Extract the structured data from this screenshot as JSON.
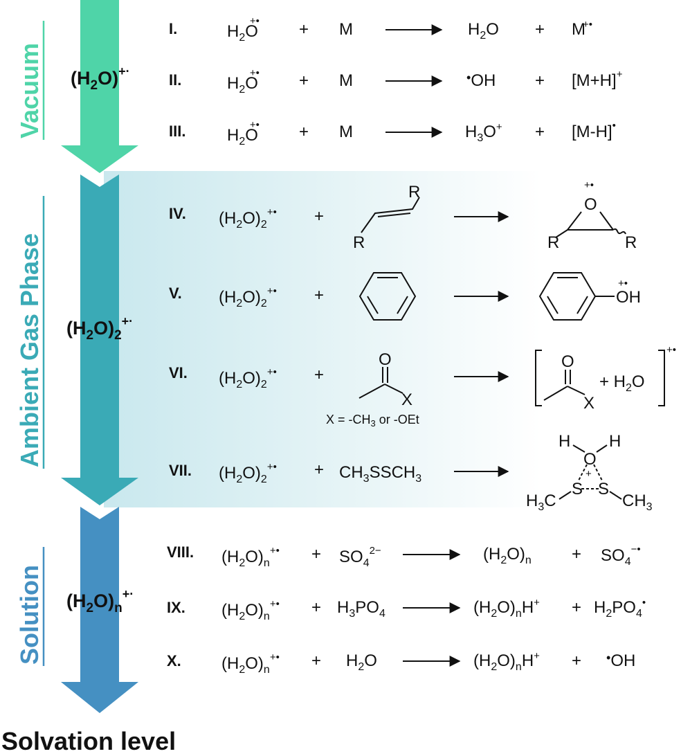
{
  "phases": {
    "vacuum": "Vacuum",
    "ambient": "Ambient Gas Phase",
    "solution": "Solution"
  },
  "clusters": {
    "vacuum": {
      "base": "(H",
      "sub": "2",
      "rest": "O)",
      "sup": "+·"
    },
    "ambient": {
      "base": "(H",
      "sub": "2",
      "rest": "O)",
      "sub2": "2",
      "sup": "+·"
    },
    "solution": {
      "base": "(H",
      "sub": "2",
      "rest": "O)",
      "sub2": "n",
      "sup": "+·"
    }
  },
  "footer": "Solvation level",
  "colors": {
    "vacuum": "#4fd4a8",
    "ambient": "#3aaab6",
    "solution": "#4590c2",
    "ambient_bg": "#d6eef2"
  },
  "reactions": {
    "I": {
      "label": "I.",
      "reactant1": "H2O+•",
      "reactant2": "M",
      "product1": "H2O",
      "product2": "M+•"
    },
    "II": {
      "label": "II.",
      "reactant1": "H2O+•",
      "reactant2": "M",
      "product1": "•OH",
      "product2": "[M+H]+"
    },
    "III": {
      "label": "III.",
      "reactant1": "H2O+•",
      "reactant2": "M",
      "product1": "H3O+",
      "product2": "[M-H]•"
    },
    "IV": {
      "label": "IV.",
      "reactant1": "(H2O)2+•",
      "reactant2": "alkene (R-CH=CH-R)",
      "product1": "epoxide radical cation"
    },
    "V": {
      "label": "V.",
      "reactant1": "(H2O)2+•",
      "reactant2": "benzene",
      "product1": "phenol radical cation"
    },
    "VI": {
      "label": "VI.",
      "reactant1": "(H2O)2+•",
      "reactant2": "carbonyl CH3C(O)X",
      "note": "X = -CH3 or -OEt",
      "product1": "[CH3C(O)X + H2O]+•"
    },
    "VII": {
      "label": "VII.",
      "reactant1": "(H2O)2+•",
      "reactant2": "CH3SSCH3",
      "product1": "water-adduct of dimethyl disulfide radical cation"
    },
    "VIII": {
      "label": "VIII.",
      "reactant1": "(H2O)n+•",
      "reactant2": "SO4 2−",
      "product1": "(H2O)n",
      "product2": "SO4 −•"
    },
    "IX": {
      "label": "IX.",
      "reactant1": "(H2O)n+•",
      "reactant2": "H3PO4",
      "product1": "(H2O)nH+",
      "product2": "H2PO4•"
    },
    "X": {
      "label": "X.",
      "reactant1": "(H2O)n+•",
      "reactant2": "H2O",
      "product1": "(H2O)nH+",
      "product2": "•OH"
    }
  },
  "plus": "+",
  "glyphs": {
    "R": "R",
    "O": "O",
    "H": "H",
    "X": "X",
    "S": "S",
    "OH": "OH",
    "rad_plus": "+•",
    "bracket_charge": "+•",
    "plus_h2o": "+ H",
    "two": "2",
    "o_end": "O",
    "x_note": "X = -CH",
    "x_note_3": "3",
    "x_note_rest": " or -OEt",
    "h3c": "H",
    "h3c_3": "3",
    "h3c_c": "C",
    "ch3": "CH",
    "ch3_3": "3",
    "ring_charge": "+"
  }
}
